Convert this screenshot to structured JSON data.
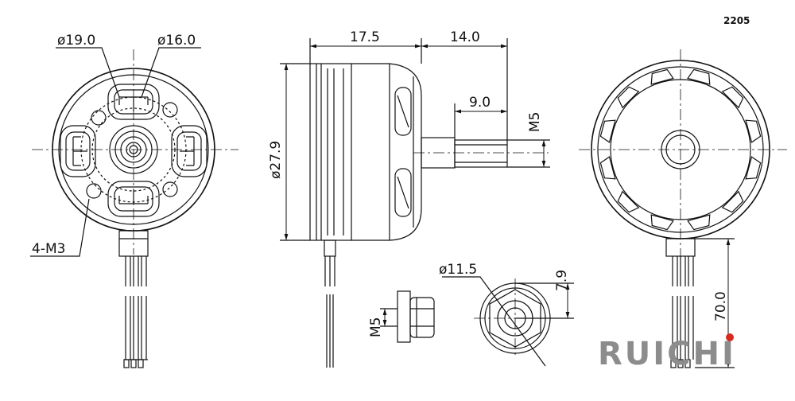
{
  "model": "2205",
  "logo": {
    "text": "RUICHI",
    "dot_color": "#d52b1e",
    "text_color": "#8c8c8c"
  },
  "dimensions": {
    "front_outer_dia": "ø19.0",
    "front_inner_dia": "ø16.0",
    "mount_holes": "4-M3",
    "body_length": "17.5",
    "shaft_length": "14.0",
    "thread_length": "9.0",
    "shaft_thread": "M5",
    "body_dia": "ø27.9",
    "nut_thread": "M5",
    "nut_dia": "ø11.5",
    "nut_height": "7.9",
    "lead_length": "70.0"
  }
}
